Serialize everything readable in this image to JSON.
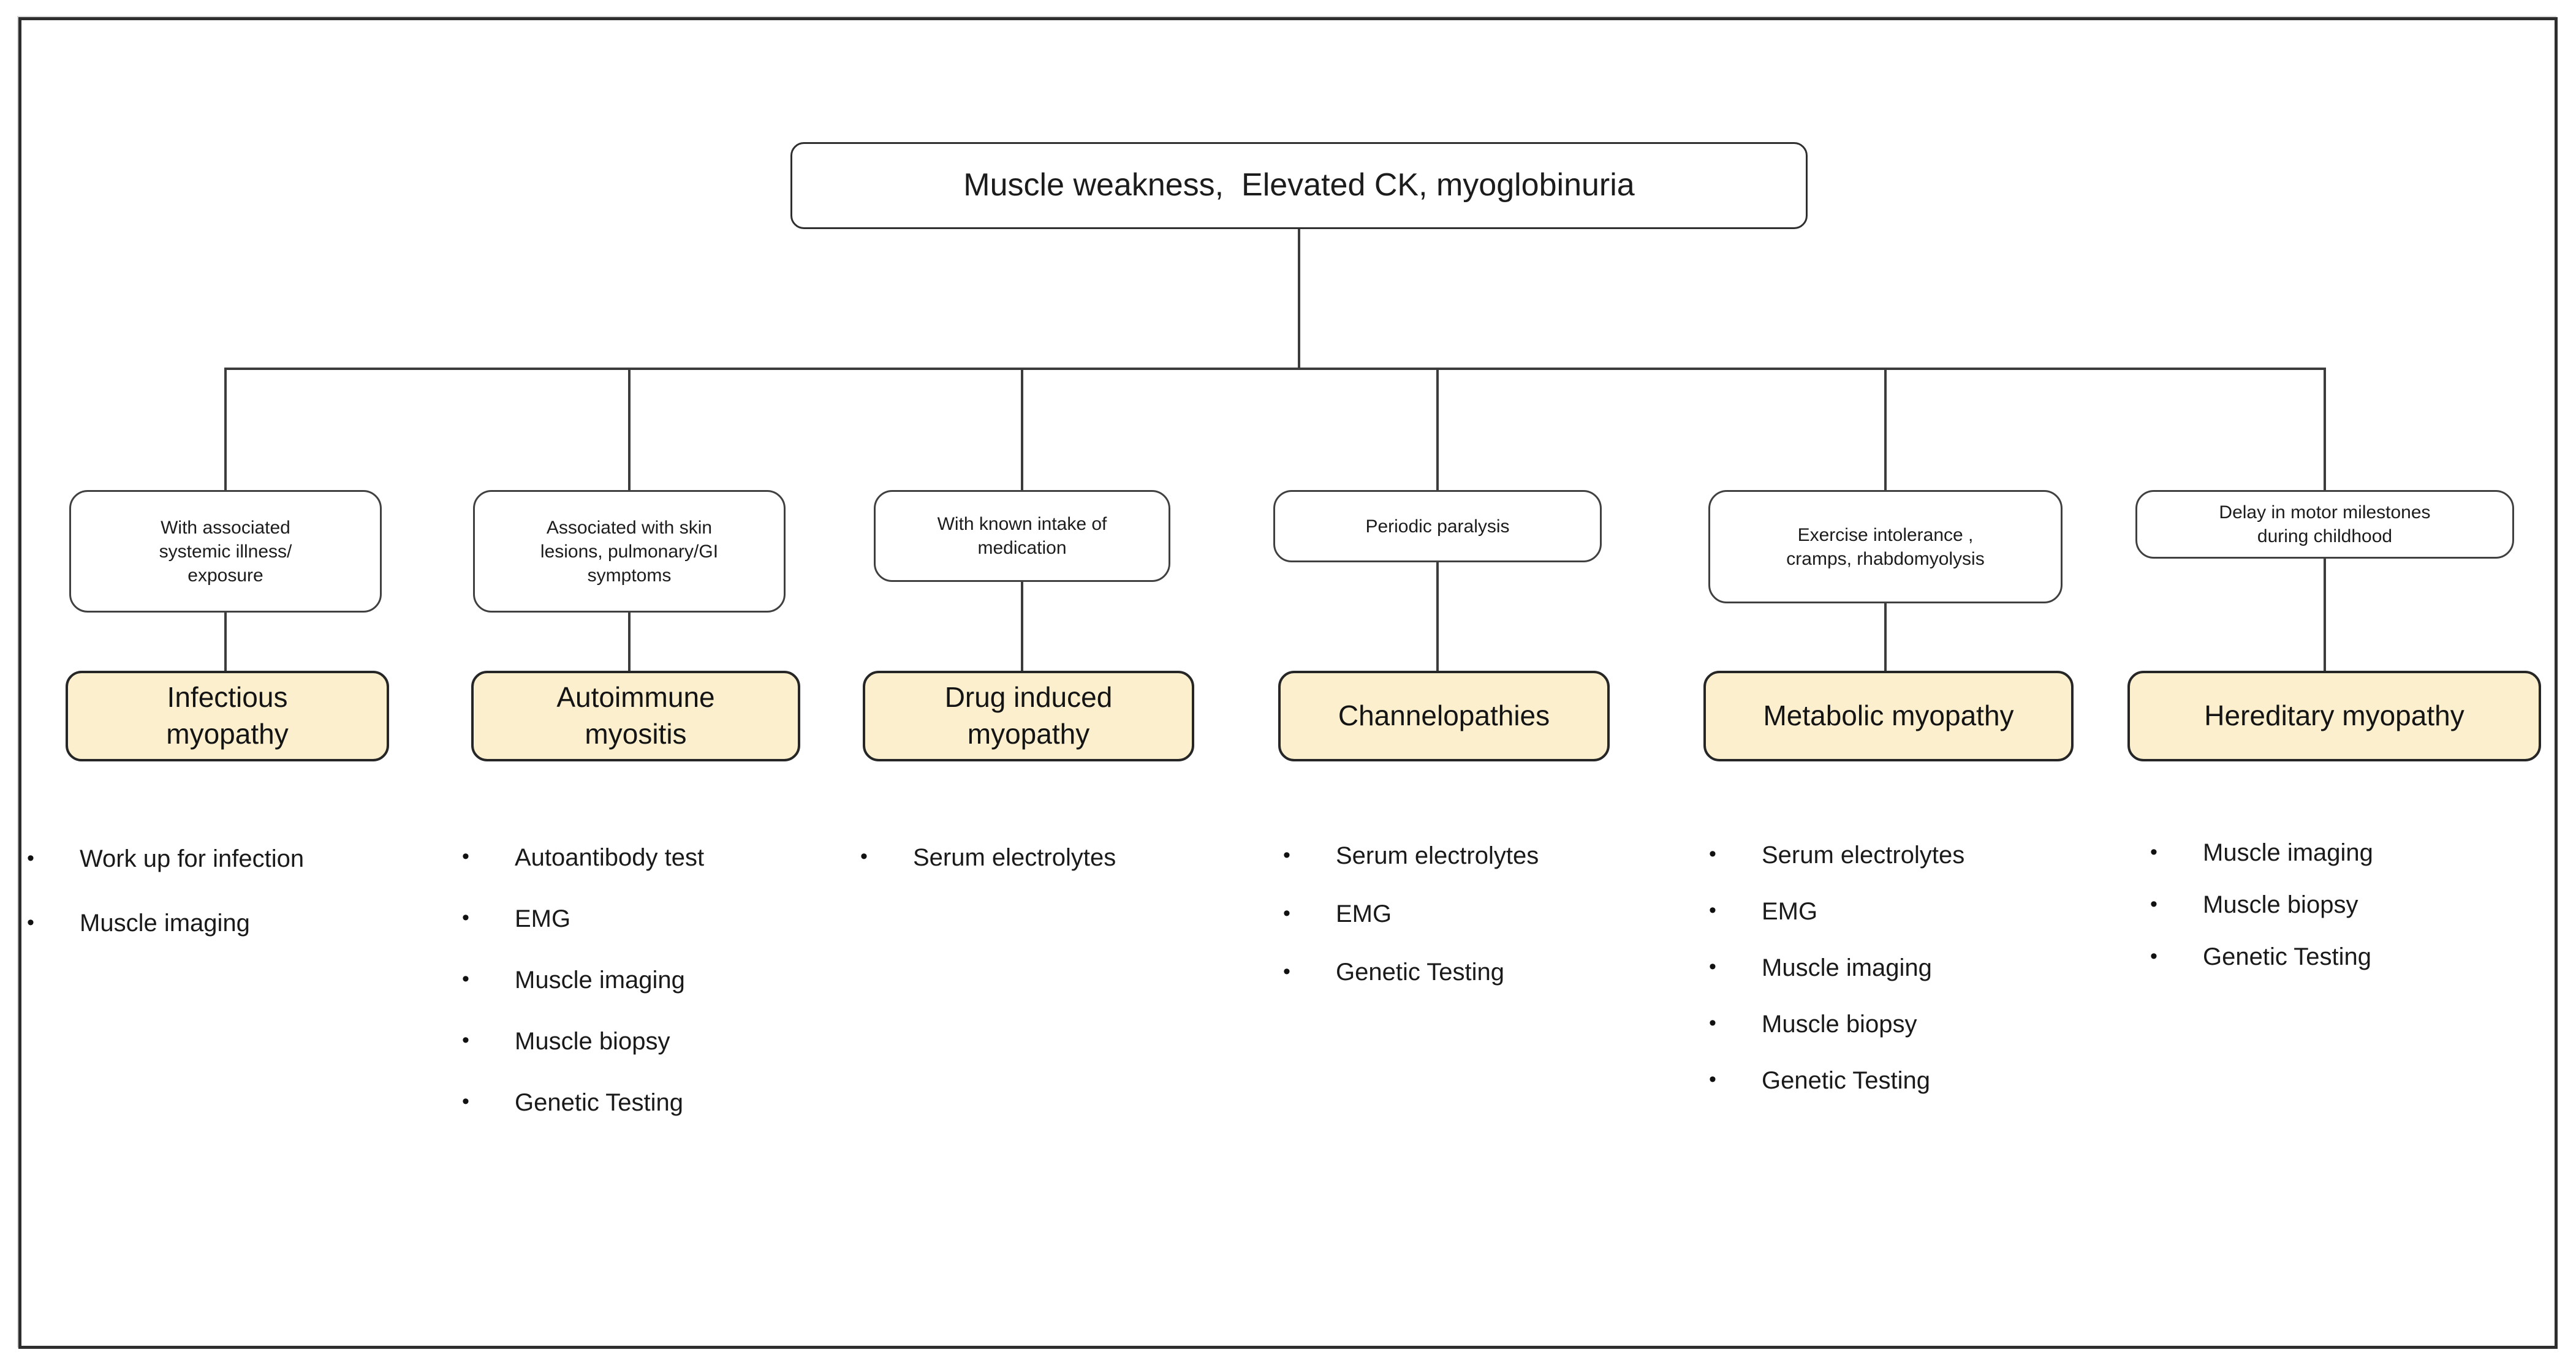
{
  "root": {
    "label": "Muscle weakness,  Elevated CK, myoglobinuria"
  },
  "columns": [
    {
      "condition": "With associated\nsystemic illness/\nexposure",
      "diagnosis": "Infectious\nmyopathy",
      "tests": [
        "Work up for infection",
        "Muscle imaging"
      ]
    },
    {
      "condition": "Associated with skin\nlesions, pulmonary/GI\nsymptoms",
      "diagnosis": "Autoimmune\nmyositis",
      "tests": [
        "Autoantibody test",
        "EMG",
        "Muscle imaging",
        "Muscle biopsy",
        "Genetic Testing"
      ]
    },
    {
      "condition": "With known intake of\nmedication",
      "diagnosis": "Drug induced\nmyopathy",
      "tests": [
        "Serum electrolytes"
      ]
    },
    {
      "condition": "Periodic paralysis",
      "diagnosis": "Channelopathies",
      "tests": [
        "Serum electrolytes",
        "EMG",
        "Genetic Testing"
      ]
    },
    {
      "condition": "Exercise intolerance ,\ncramps, rhabdomyolysis",
      "diagnosis": "Metabolic myopathy",
      "tests": [
        "Serum electrolytes",
        "EMG",
        "Muscle imaging",
        "Muscle biopsy",
        "Genetic Testing"
      ]
    },
    {
      "condition": "Delay in motor milestones\nduring childhood",
      "diagnosis": "Hereditary myopathy",
      "tests": [
        "Muscle imaging",
        "Muscle biopsy",
        "Genetic Testing"
      ]
    }
  ],
  "colors": {
    "diagnosis_fill": "#FBEFCD",
    "box_border": "#404040",
    "line": "#3C3C3C",
    "text": "#1C1C1C",
    "frame_border": "#2E2E2E"
  }
}
